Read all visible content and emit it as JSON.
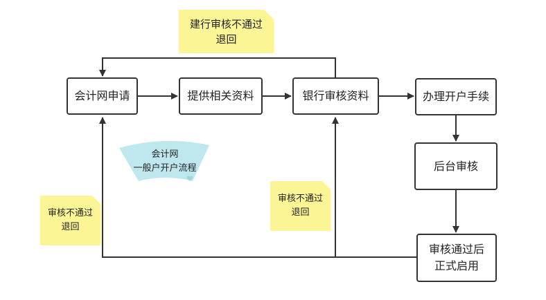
{
  "nodes": {
    "apply": "会计网申请",
    "provide": "提供相关资料",
    "bank_review": "银行审核资料",
    "open_procedure": "办理开户手续",
    "backend_review": "后台审核",
    "approved_line1": "审核通过后",
    "approved_line2": "正式启用"
  },
  "notes": {
    "ccb_reject_line1": "建行审核不通过",
    "ccb_reject_line2": "退回",
    "left_reject_line1": "审核不通过",
    "left_reject_line2": "退回",
    "mid_reject_line1": "审核不通过",
    "mid_reject_line2": "退回"
  },
  "title": {
    "line1": "会计网",
    "line2": "一般户开户流程"
  },
  "colors": {
    "note": "#fbf596",
    "title_shape": "#bfe8ee",
    "line": "#333333"
  }
}
